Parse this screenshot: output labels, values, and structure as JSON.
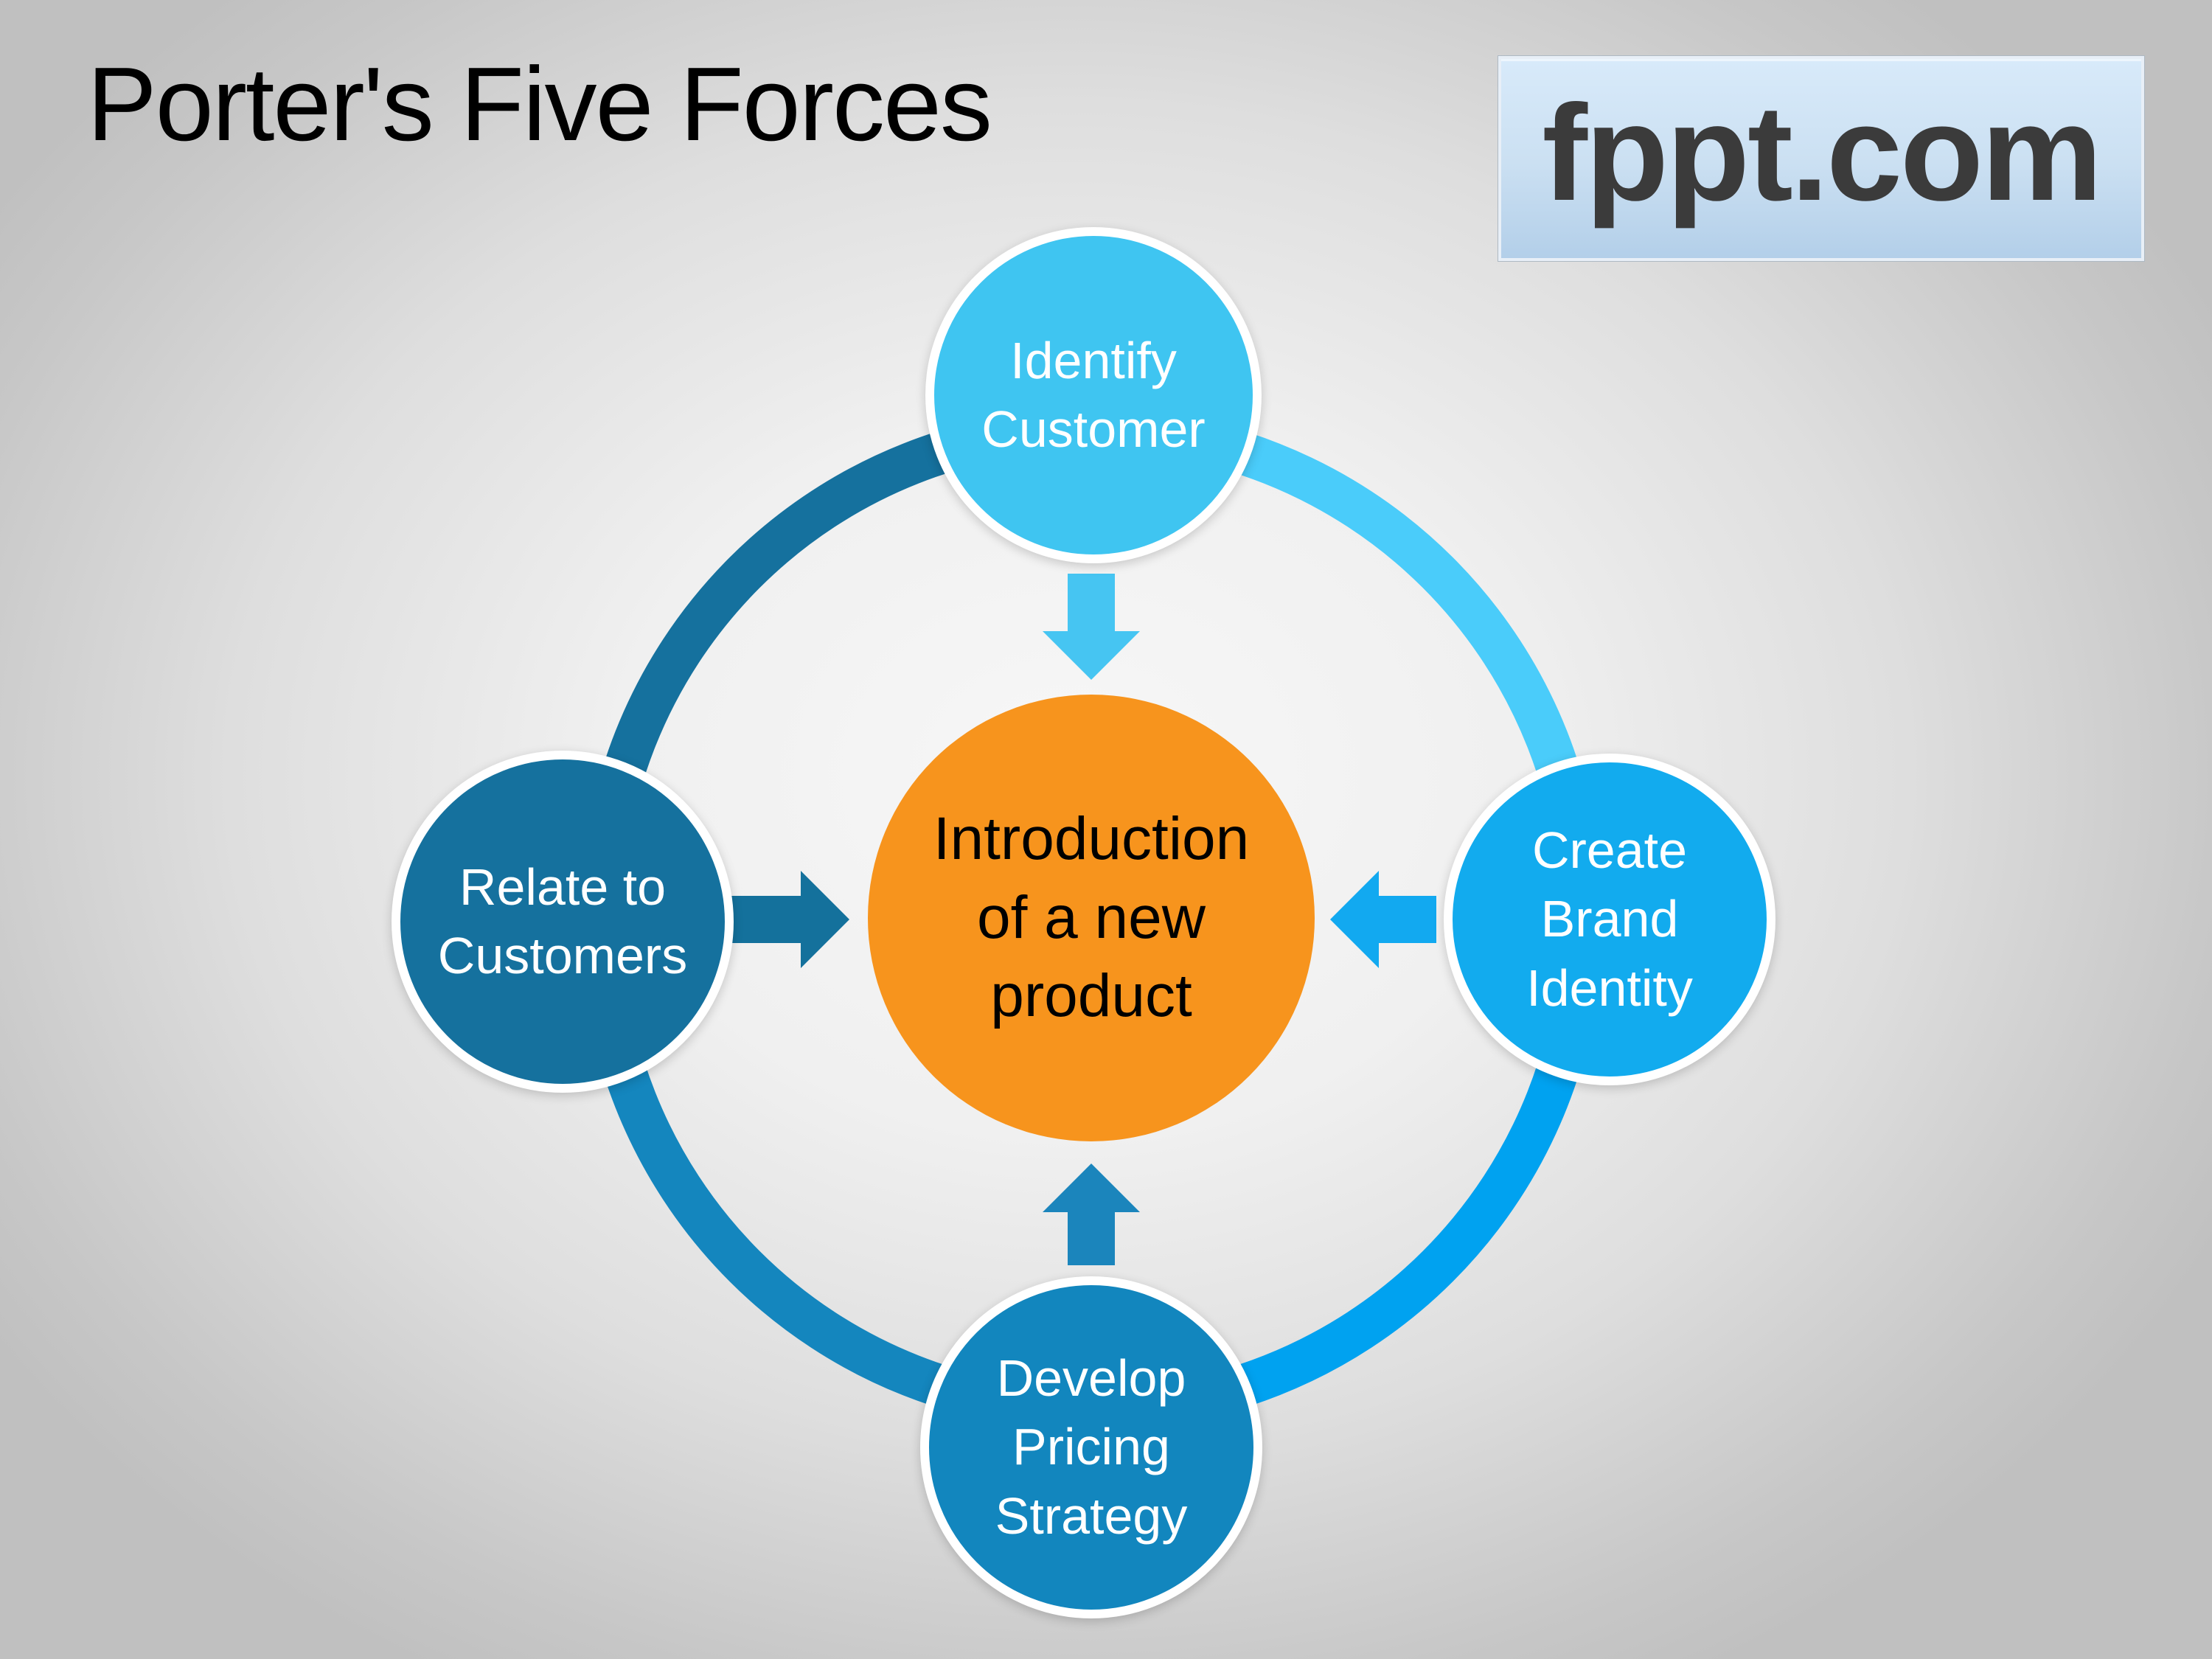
{
  "slide": {
    "title": "Porter's Five Forces",
    "logo_text": "fppt.com",
    "background_center_color": "#f7f7f7",
    "background_edge_color": "#c0c0c0"
  },
  "diagram": {
    "center_node": {
      "text": "Introduction\nof a new\nproduct",
      "color": "#F7941D",
      "text_color": "#000000"
    },
    "nodes": {
      "top": {
        "text": "Identify\nCustomer",
        "color": "#3FC5F1"
      },
      "right": {
        "text": "Create\nBrand\nIdentity",
        "color": "#12ABEE"
      },
      "bottom": {
        "text": "Develop\nPricing\nStrategy",
        "color": "#1286BE"
      },
      "left": {
        "text": "Relate to\nCustomers",
        "color": "#15719E"
      }
    },
    "ring_segments": {
      "north_east": {
        "color": "#4ACCFA"
      },
      "south_east": {
        "color": "#00A2F0"
      },
      "south_west": {
        "color": "#1486BE"
      },
      "north_west": {
        "color": "#15719E"
      }
    },
    "arrows": {
      "top": {
        "color": "#46C5F2"
      },
      "right": {
        "color": "#12A9F0"
      },
      "bottom": {
        "color": "#1B85BC"
      },
      "left": {
        "color": "#14719C"
      }
    }
  }
}
